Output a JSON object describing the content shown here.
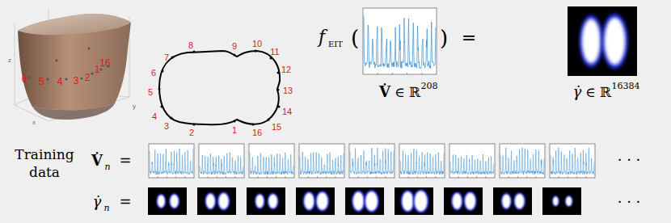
{
  "diagram": {
    "labels": [
      "z",
      "x",
      "y",
      "6",
      "5",
      "4",
      "3",
      "2",
      "1",
      "16",
      "1",
      "2",
      "3",
      "4",
      "5",
      "6",
      "7",
      "8",
      "9",
      "10",
      "11",
      "12",
      "13",
      "14",
      "15",
      "16",
      "f",
      "EIT",
      "(",
      ")",
      "=",
      "V̇",
      "∈ ℝ",
      "208",
      "γ̇",
      "∈ ℝ",
      "16384",
      "Training data",
      "V̇",
      "n",
      "=",
      "γ̇",
      "n",
      "=",
      "· · ·",
      "· · ·"
    ]
  }
}
